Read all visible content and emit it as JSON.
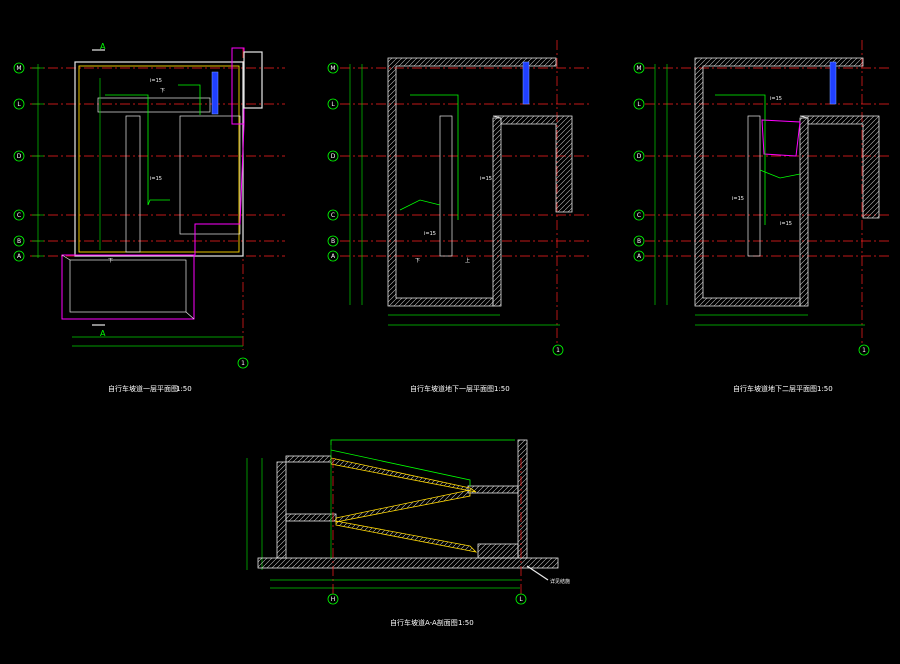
{
  "titles": {
    "plan1": "自行车坡道一层平面图",
    "plan1_scale": "1:50",
    "plan2": "自行车坡道地下一层平面图",
    "plan2_scale": "1:50",
    "plan3": "自行车坡道地下二层平面图",
    "plan3_scale": "1:50",
    "section": "自行车坡道A-A剖面图",
    "section_scale": "1:50"
  },
  "grid_axes": [
    "M",
    "L",
    "D",
    "C",
    "B",
    "A"
  ],
  "col_axis": "1",
  "section_axes": [
    "H",
    "L"
  ],
  "section_mark": "A",
  "ramp_labels": {
    "slope": "i=15",
    "down": "下",
    "up": "上"
  },
  "note": "详见结施"
}
